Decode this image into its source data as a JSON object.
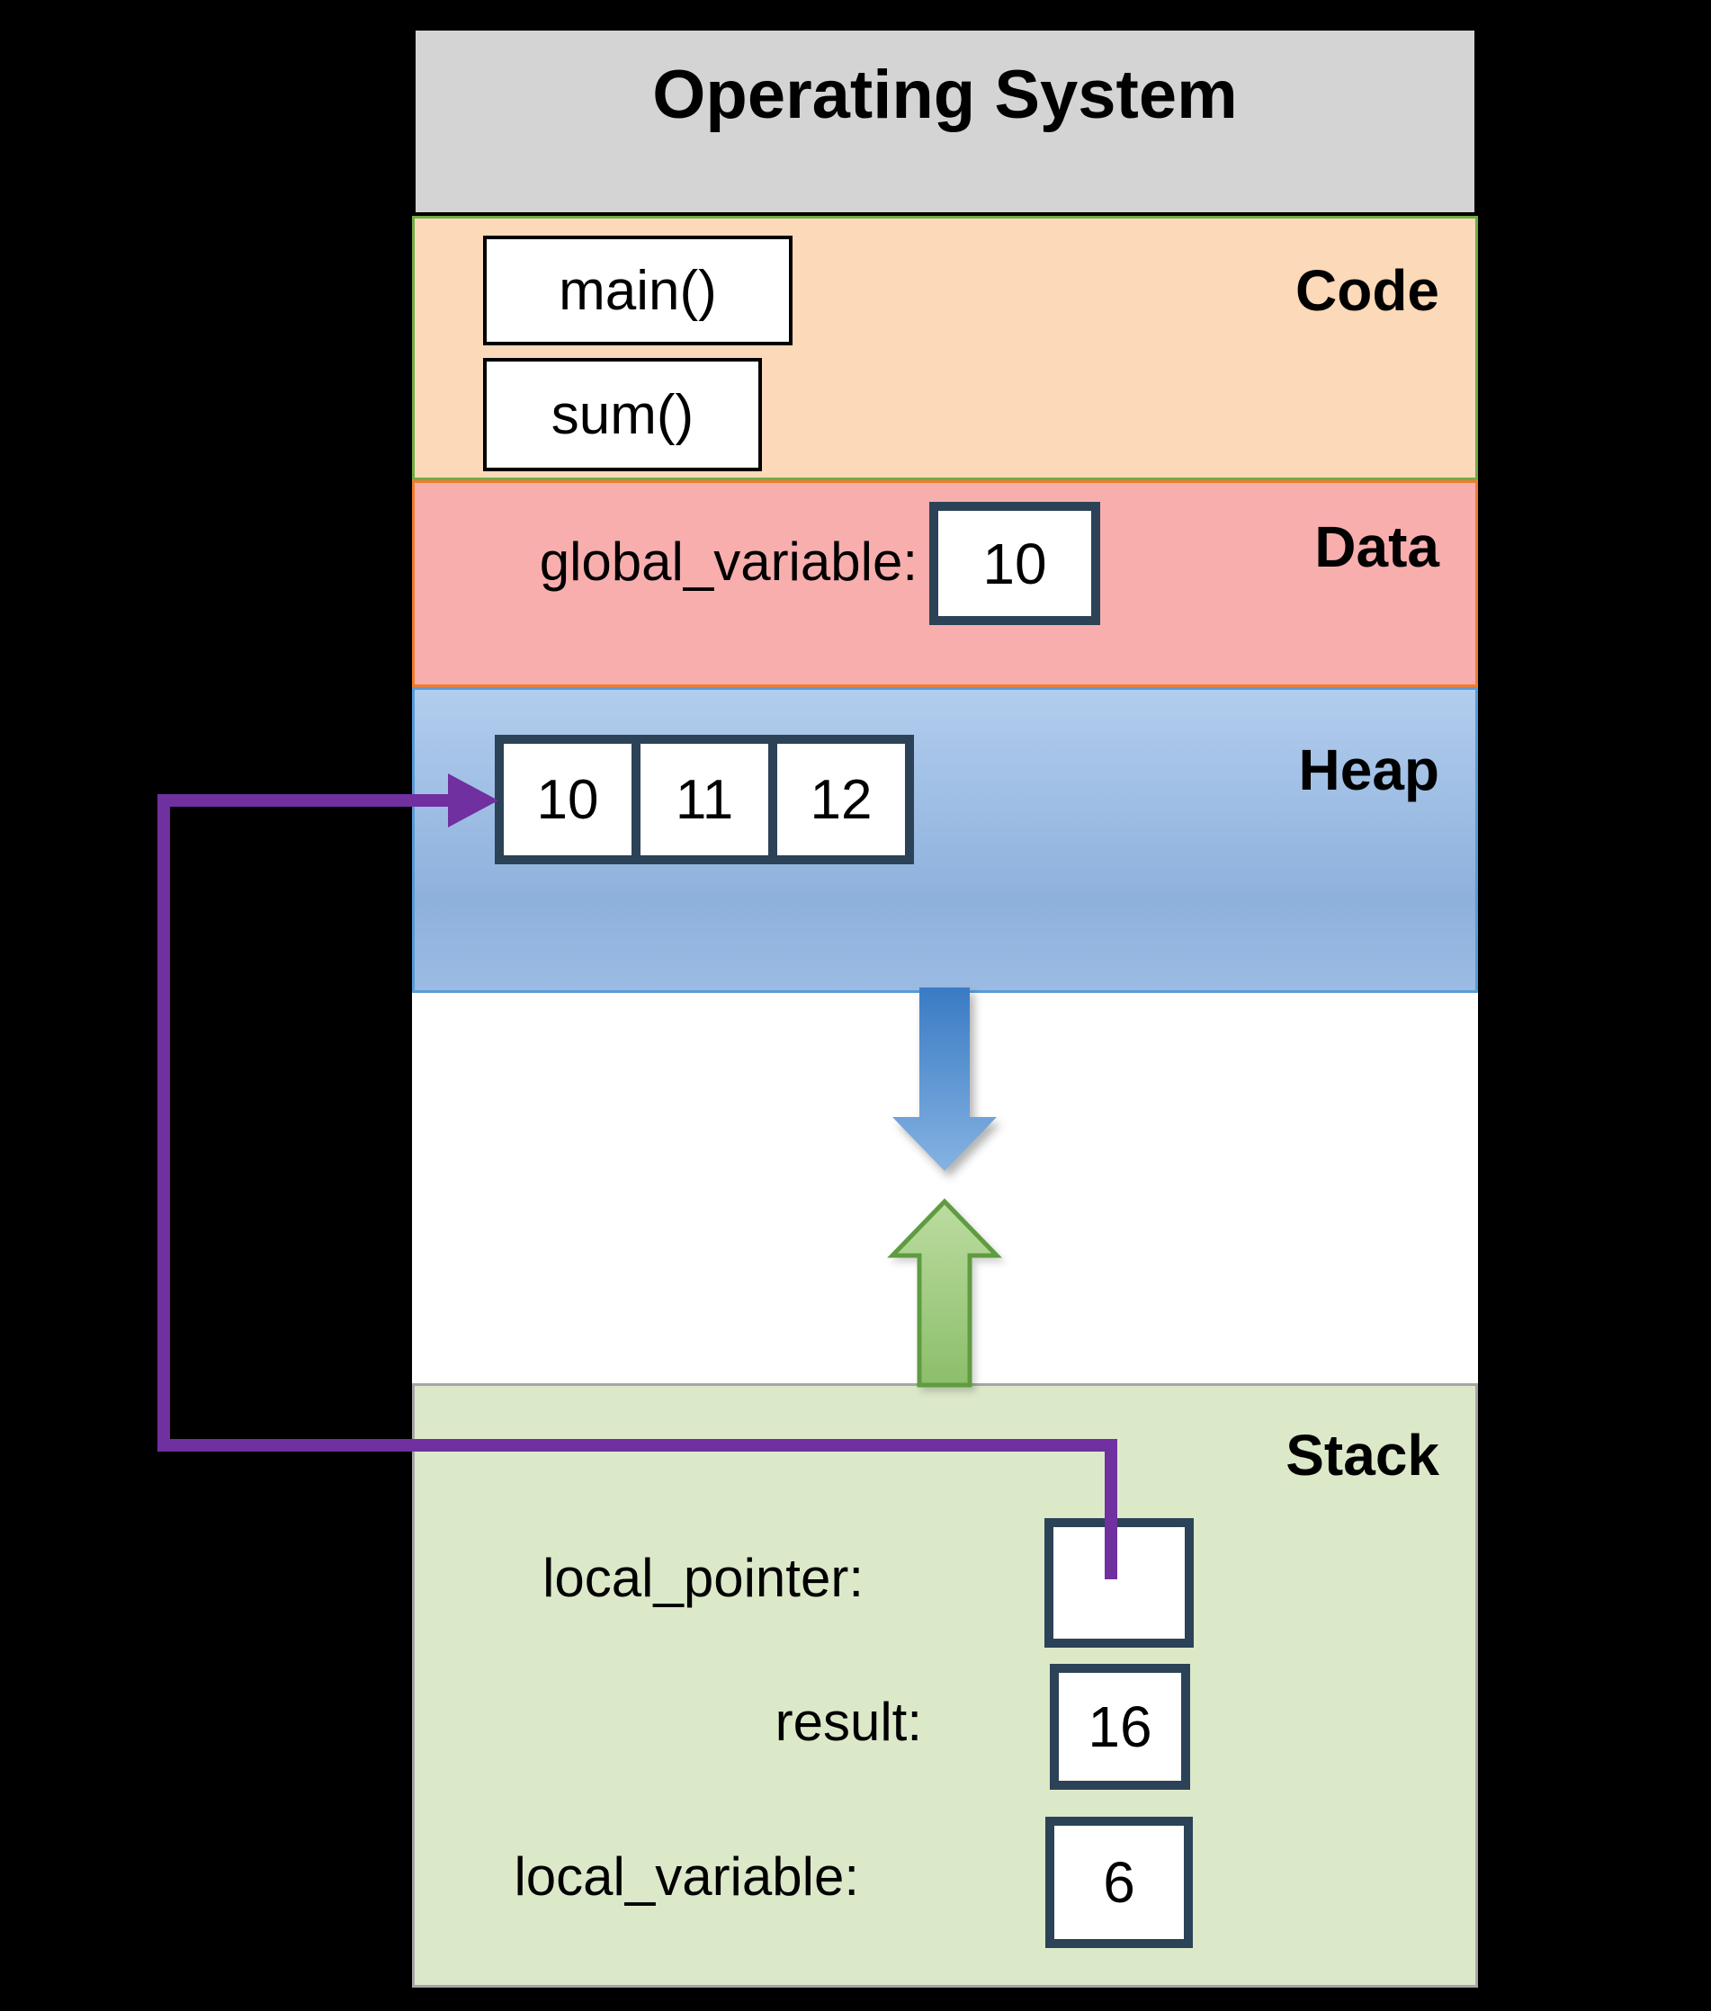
{
  "os": {
    "label": "Operating System"
  },
  "sections": {
    "code": {
      "label": "Code",
      "functions": [
        {
          "name": "main()"
        },
        {
          "name": "sum()"
        }
      ]
    },
    "data": {
      "label": "Data",
      "variable": {
        "name": "global_variable:",
        "value": "10"
      }
    },
    "heap": {
      "label": "Heap",
      "array": [
        "10",
        "11",
        "12"
      ]
    },
    "stack": {
      "label": "Stack",
      "variables": [
        {
          "name": "local_pointer:",
          "value": ""
        },
        {
          "name": "result:",
          "value": "16"
        },
        {
          "name": "local_variable:",
          "value": "6"
        }
      ]
    }
  },
  "icons": {
    "pointer_arrow": "purple-elbow-connector-from-local-pointer-to-heap-array",
    "heap_growth": "blue-down-block-arrow",
    "stack_growth": "green-up-block-arrow"
  },
  "colors": {
    "background": "#000000",
    "os_fill": "#D4D4D4",
    "os_border": "#000000",
    "code_fill": "#FCD9B8",
    "code_border": "#70AD47",
    "data_fill": "#F9AEAE",
    "data_border": "#ED7D31",
    "heap_fill_top": "#B2CDEE",
    "heap_fill_bottom": "#8EB1DC",
    "heap_border": "#5B9BD5",
    "free_fill": "#FFFFFF",
    "stack_fill": "#DCE9C9",
    "stack_border": "#A6A6A6",
    "cell_border": "#2B4257",
    "fn_border": "#000000",
    "pointer_purple": "#7030A0",
    "arrow_blue_dark": "#3A7BC4",
    "arrow_blue_light": "#85B2E2",
    "arrow_green_light": "#BCDCA0",
    "arrow_green_dark": "#8CBE6A",
    "arrow_green_stroke": "#5F9C41",
    "text_color": "#000000"
  }
}
